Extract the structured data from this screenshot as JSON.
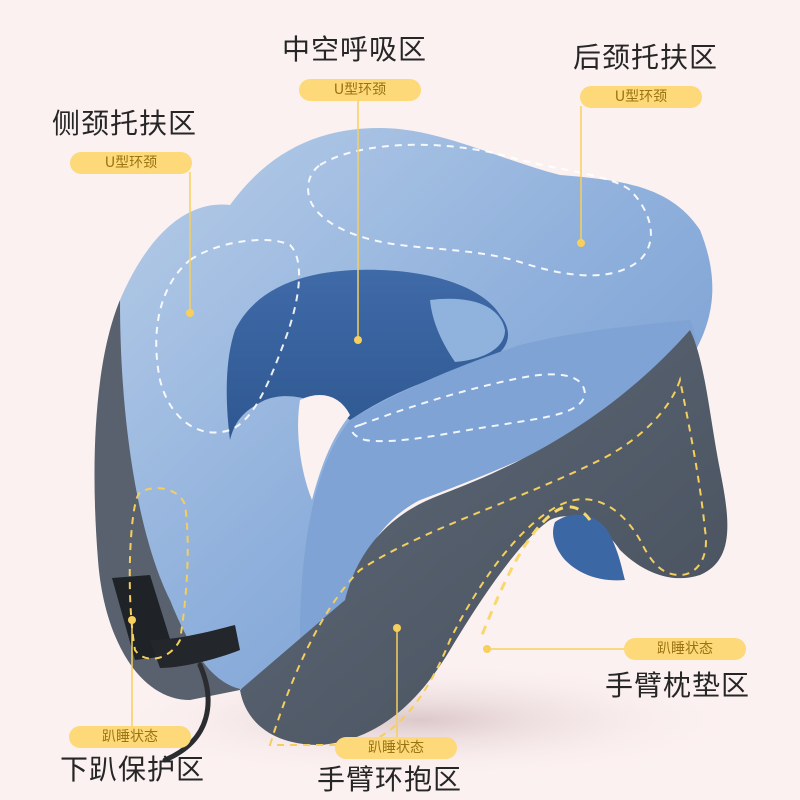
{
  "colors": {
    "background": "#fcf1f1",
    "pill_fill": "#fdd97a",
    "pill_text": "#9a7410",
    "leader_line": "#f7cf5c",
    "pillow_light_blue": "#9ebbe0",
    "pillow_mid_blue": "#5c86c0",
    "pillow_dark_blue": "#34609c",
    "pillow_gray": "#545e6b",
    "stitch_white": "#ffffff",
    "stitch_yellow": "#f4cf5e",
    "title_text": "#262626"
  },
  "callouts": [
    {
      "id": "center-top",
      "title": "中空呼吸区",
      "tag": "U型环颈"
    },
    {
      "id": "right-top",
      "title": "后颈托扶区",
      "tag": "U型环颈"
    },
    {
      "id": "left-top",
      "title": "侧颈托扶区",
      "tag": "U型环颈"
    },
    {
      "id": "right-bottom",
      "title": "手臂枕垫区",
      "tag": "趴睡状态"
    },
    {
      "id": "left-bottom",
      "title": "下趴保护区",
      "tag": "趴睡状态"
    },
    {
      "id": "center-bottom",
      "title": "手臂环抱区",
      "tag": "趴睡状态"
    }
  ],
  "product": {
    "name": "U-shaped neck pillow",
    "icon": "neck-pillow-illustration"
  }
}
